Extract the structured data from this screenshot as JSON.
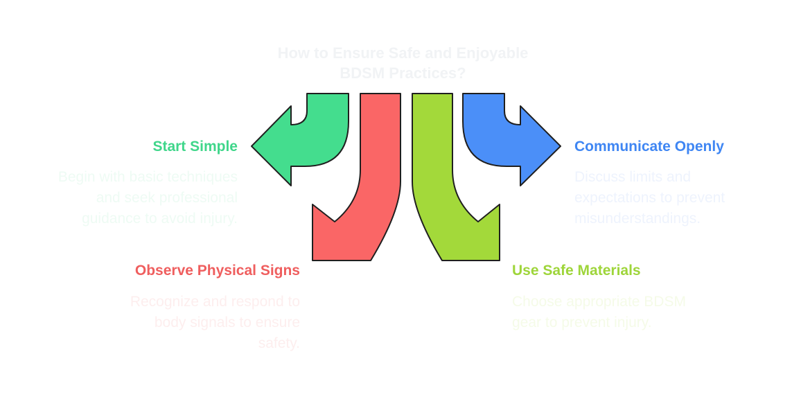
{
  "title_lines": [
    "How to Ensure Safe and Enjoyable",
    "BDSM Practices?"
  ],
  "items": [
    {
      "heading": "Start Simple",
      "description_lines": [
        "Begin with basic techniques",
        "and seek professional",
        "guidance to avoid injury."
      ],
      "arrow_color": "#44dd8e",
      "heading_color": "#3fd68a",
      "description_color": "#eefbf4"
    },
    {
      "heading": "Observe Physical Signs",
      "description_lines": [
        "Recognize and respond to",
        "body signals to ensure",
        "safety."
      ],
      "arrow_color": "#fa6666",
      "heading_color": "#ef5e5e",
      "description_color": "#fdeeee"
    },
    {
      "heading": "Use Safe Materials",
      "description_lines": [
        "Choose appropriate BDSM",
        "gear to prevent injury."
      ],
      "arrow_color": "#a3d93a",
      "heading_color": "#9ed53a",
      "description_color": "#f5fbe8"
    },
    {
      "heading": "Communicate Openly",
      "description_lines": [
        "Discuss limits and",
        "expectations to prevent",
        "misunderstandings."
      ],
      "arrow_color": "#4b8ff8",
      "heading_color": "#3f86f3",
      "description_color": "#eef3fd"
    }
  ]
}
